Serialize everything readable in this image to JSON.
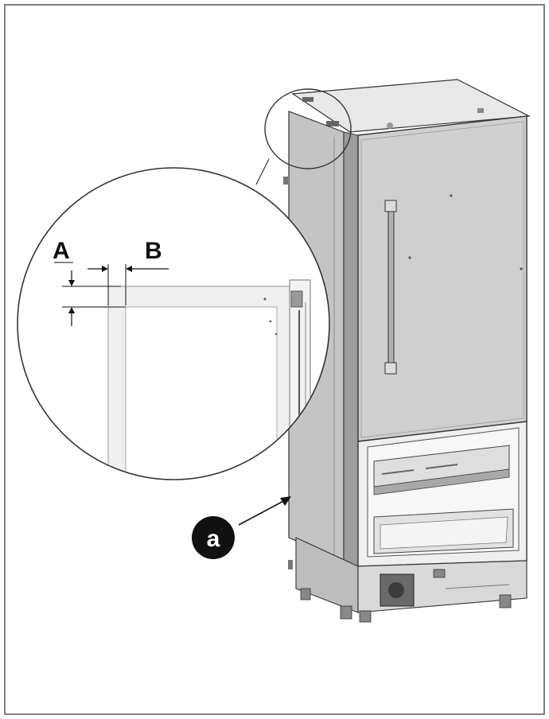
{
  "labels": {
    "dim_a": "A",
    "dim_b": "B",
    "callout_a": "a"
  },
  "colors": {
    "frame": "#555555",
    "line": "#333333",
    "panel_light": "#d6d6d6",
    "panel_mid": "#bdbdbd",
    "panel_dark": "#9a9a9a",
    "callout_fill": "#111111",
    "callout_text": "#ffffff"
  }
}
